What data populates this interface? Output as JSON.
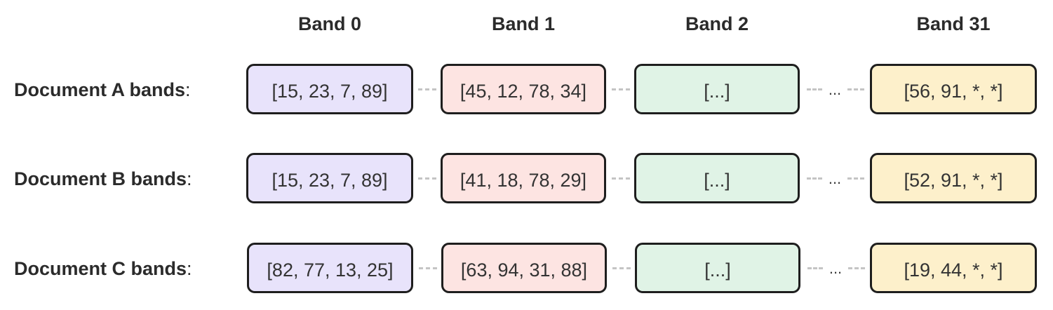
{
  "headers": [
    "Band 0",
    "Band 1",
    "Band 2",
    "Band 31"
  ],
  "colors": {
    "band0": "#e8e3fb",
    "band1": "#fde4e2",
    "band2": "#e0f3e6",
    "band31": "#fdf0cb",
    "border": "#1e1e1e",
    "connector": "#c4c4c4"
  },
  "rows": [
    {
      "label": "Document A bands",
      "colon": ":",
      "cells": [
        "[15, 23, 7, 89]",
        "[45, 12, 78, 34]",
        "[...]",
        "[56, 91, *, *]"
      ],
      "gap_symbol": "..."
    },
    {
      "label": "Document B bands",
      "colon": ":",
      "cells": [
        "[15, 23, 7, 89]",
        "[41, 18, 78, 29]",
        "[...]",
        "[52, 91, *, *]"
      ],
      "gap_symbol": "..."
    },
    {
      "label": "Document C bands",
      "colon": ":",
      "cells": [
        "[82, 77, 13, 25]",
        "[63, 94, 31, 88]",
        "[...]",
        "[19, 44, *, *]"
      ],
      "gap_symbol": "..."
    }
  ]
}
